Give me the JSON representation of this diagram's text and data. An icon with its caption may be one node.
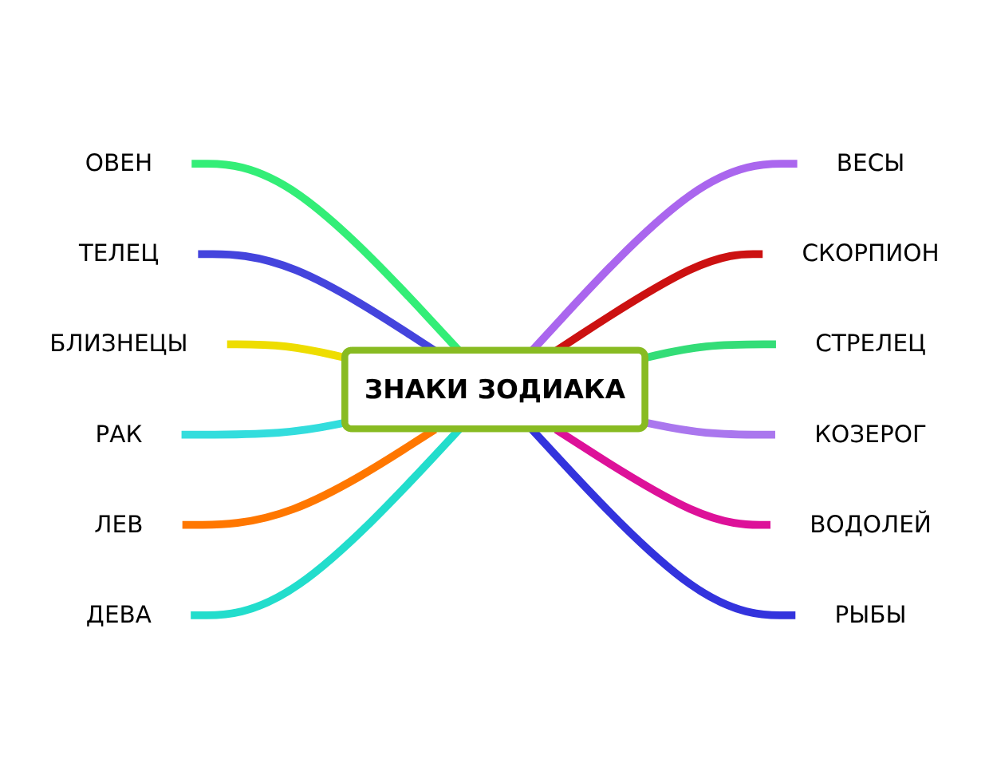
{
  "diagram": {
    "nodes": [
      {
        "text": [
          "ЗНАКИ ЗОДИАКА"
        ]
      },
      {
        "text": [
          "ОВЕН"
        ]
      },
      {
        "text": [
          "ТЕЛЕЦ"
        ]
      },
      {
        "text": [
          "БЛИЗНЕЦЫ"
        ]
      },
      {
        "text": [
          "РАК"
        ]
      },
      {
        "text": [
          "ЛЕВ"
        ]
      },
      {
        "text": [
          "ДЕВА"
        ]
      },
      {
        "text": [
          "ВЕСЫ"
        ]
      },
      {
        "text": [
          "СКОРПИОН"
        ]
      },
      {
        "text": [
          "СТРЕЛЕЦ"
        ]
      },
      {
        "text": [
          "КОЗЕРОГ"
        ]
      },
      {
        "text": [
          "ВОДОЛЕЙ"
        ]
      },
      {
        "text": [
          "РЫБЫ"
        ]
      }
    ],
    "edges": [
      {
        "from": 1,
        "to": 0,
        "arrow": "none",
        "color": "#33ee77"
      },
      {
        "from": 2,
        "to": 0,
        "arrow": "none",
        "color": "#4444dd"
      },
      {
        "from": 3,
        "to": 0,
        "arrow": "none",
        "color": "#eedd00"
      },
      {
        "from": 4,
        "to": 0,
        "arrow": "none",
        "color": "#33dddd"
      },
      {
        "from": 5,
        "to": 0,
        "arrow": "none",
        "color": "#ff7700"
      },
      {
        "from": 6,
        "to": 0,
        "arrow": "none",
        "color": "#22ddcc"
      },
      {
        "from": 0,
        "to": 7,
        "arrow": "none",
        "color": "#aa66ee"
      },
      {
        "from": 0,
        "to": 8,
        "arrow": "none",
        "color": "#cc1111"
      },
      {
        "from": 0,
        "to": 9,
        "arrow": "none",
        "color": "#33dd77"
      },
      {
        "from": 0,
        "to": 10,
        "arrow": "none",
        "color": "#aa77ee"
      },
      {
        "from": 0,
        "to": 11,
        "arrow": "none",
        "color": "#dd1199"
      },
      {
        "from": 0,
        "to": 12,
        "arrow": "none",
        "color": "#3333dd"
      }
    ]
  }
}
